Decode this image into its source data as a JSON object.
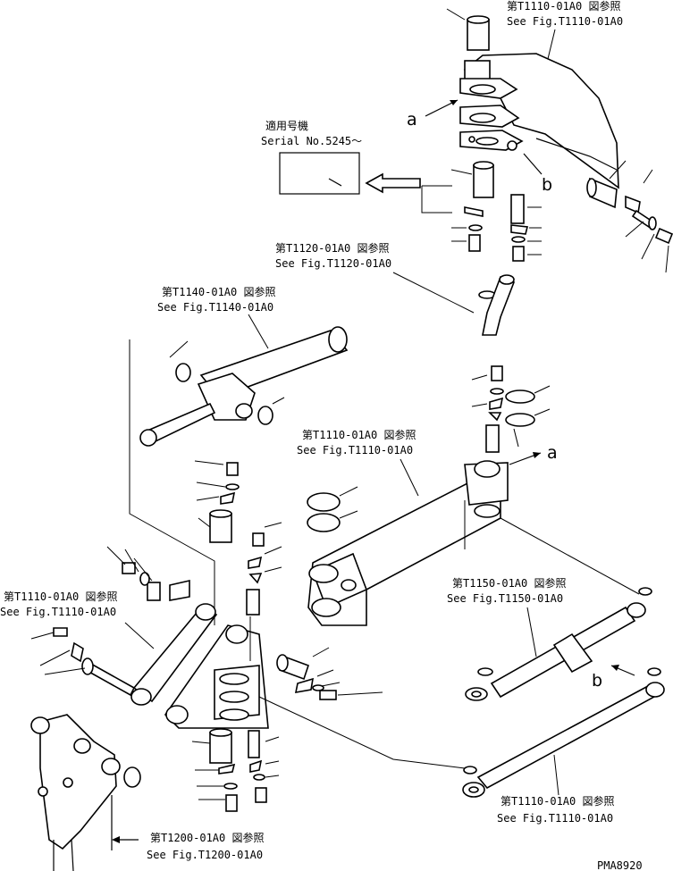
{
  "refs": {
    "t1110_top": {
      "jp": "第T1110-01A0 図参照",
      "en": "See Fig.T1110-01A0"
    },
    "t1120": {
      "jp": "第T1120-01A0 図参照",
      "en": "See Fig.T1120-01A0"
    },
    "t1140": {
      "jp": "第T1140-01A0 図参照",
      "en": "See Fig.T1140-01A0"
    },
    "t1110_mid": {
      "jp": "第T1110-01A0 図参照",
      "en": "See Fig.T1110-01A0"
    },
    "t1110_left": {
      "jp": "第T1110-01A0 図参照",
      "en": "See Fig.T1110-01A0"
    },
    "t1150": {
      "jp": "第T1150-01A0 図参照",
      "en": "See Fig.T1150-01A0"
    },
    "t1110_bottom": {
      "jp": "第T1110-01A0 図参照",
      "en": "See Fig.T1110-01A0"
    },
    "t1200": {
      "jp": "第T1200-01A0 図参照",
      "en": "See Fig.T1200-01A0"
    }
  },
  "serial_note": {
    "jp": "適用号機",
    "en": "Serial No.5245～"
  },
  "markers": {
    "a_top": "a",
    "b_top": "b",
    "a_mid": "a",
    "b_low": "b"
  },
  "drawing_code": "PMA8920"
}
